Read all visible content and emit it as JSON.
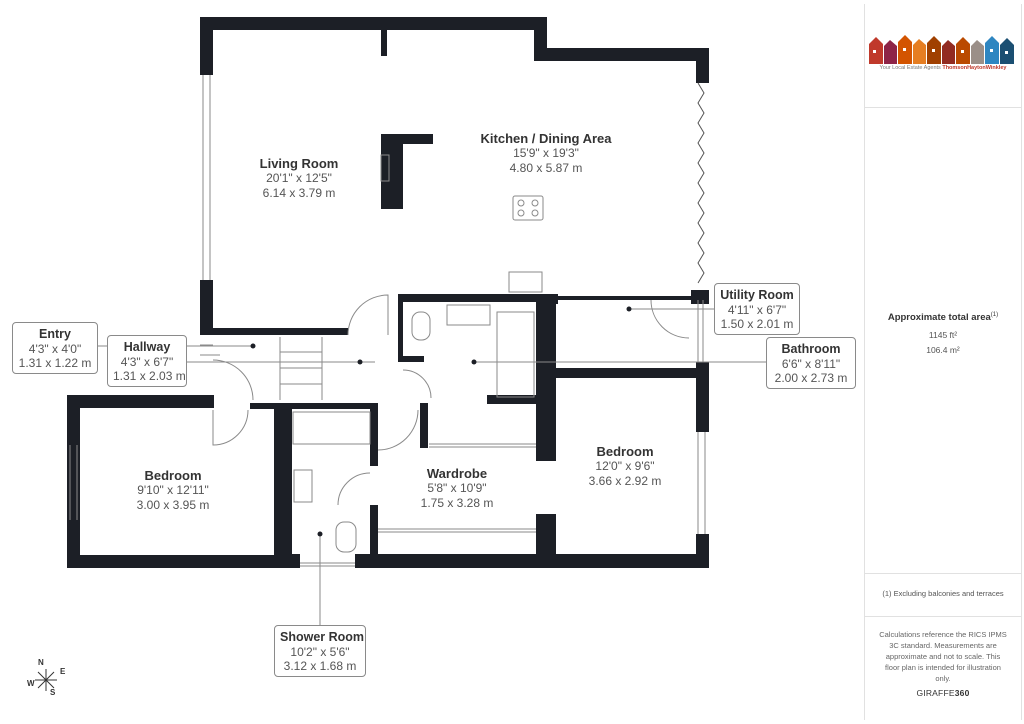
{
  "rooms": {
    "living": {
      "name": "Living Room",
      "imperial": "20'1\" x 12'5\"",
      "metric": "6.14 x 3.79 m"
    },
    "kitchen": {
      "name": "Kitchen / Dining Area",
      "imperial": "15'9\" x 19'3\"",
      "metric": "4.80 x 5.87 m"
    },
    "utility": {
      "name": "Utility Room",
      "imperial": "4'11\" x 6'7\"",
      "metric": "1.50 x 2.01 m"
    },
    "bathroom": {
      "name": "Bathroom",
      "imperial": "6'6\" x 8'11\"",
      "metric": "2.00 x 2.73 m"
    },
    "entry": {
      "name": "Entry",
      "imperial": "4'3\" x 4'0\"",
      "metric": "1.31 x 1.22 m"
    },
    "hallway": {
      "name": "Hallway",
      "imperial": "4'3\" x 6'7\"",
      "metric": "1.31 x 2.03 m"
    },
    "bedroom_left": {
      "name": "Bedroom",
      "imperial": "9'10\" x 12'11\"",
      "metric": "3.00 x 3.95 m"
    },
    "wardrobe": {
      "name": "Wardrobe",
      "imperial": "5'8\" x 10'9\"",
      "metric": "1.75 x 3.28 m"
    },
    "bedroom_right": {
      "name": "Bedroom",
      "imperial": "12'0\" x 9'6\"",
      "metric": "3.66 x 2.92 m"
    },
    "shower": {
      "name": "Shower Room",
      "imperial": "10'2\" x 5'6\"",
      "metric": "3.12 x 1.68 m"
    }
  },
  "compass": {
    "n": "N",
    "e": "E",
    "s": "S",
    "w": "W"
  },
  "sidebar": {
    "logo_tagline_prefix": "Your Local Estate Agents",
    "logo_brand": "ThomsonHaytonWinkley",
    "area_title": "Approximate total area",
    "area_title_note": "(1)",
    "area_ft": "1145 ft²",
    "area_m": "106.4 m²",
    "footnote": "(1) Excluding balconies and terraces",
    "disclaimer": "Calculations reference the RICS IPMS 3C standard. Measurements are approximate and not to scale. This floor plan is intended for illustration only.",
    "brand_prefix": "GIRAFFE",
    "brand_suffix": "360"
  },
  "colors": {
    "wall": "#1c1f26",
    "line": "#8a8a8a",
    "logo_red": "#c0392b"
  }
}
